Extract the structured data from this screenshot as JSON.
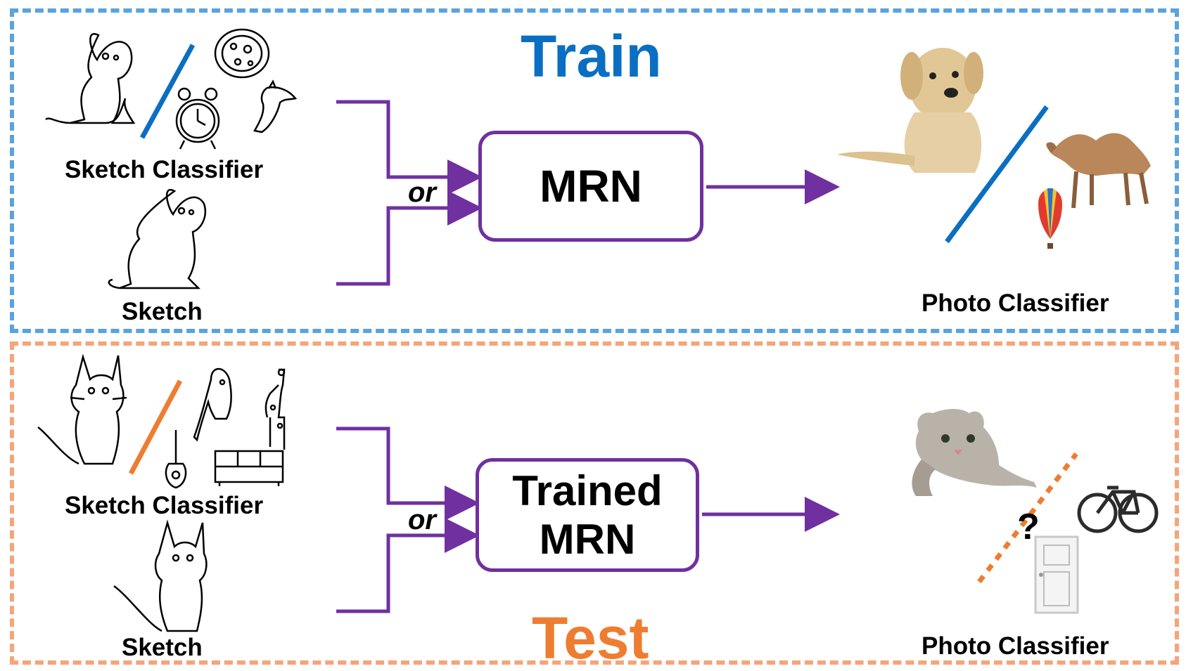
{
  "train": {
    "title": "Train",
    "sketch_classifier_label": "Sketch Classifier",
    "sketch_label": "Sketch",
    "or_label": "or",
    "box_label": "MRN",
    "photo_classifier_label": "Photo Classifier"
  },
  "test": {
    "title": "Test",
    "sketch_classifier_label": "Sketch Classifier",
    "sketch_label": "Sketch",
    "or_label": "or",
    "box_label_line1": "Trained",
    "box_label_line2": "MRN",
    "photo_classifier_label": "Photo Classifier",
    "unknown_mark": "?"
  },
  "colors": {
    "train_accent": "#0a6fc2",
    "test_accent": "#ee7d31",
    "arrow": "#7030a0"
  }
}
